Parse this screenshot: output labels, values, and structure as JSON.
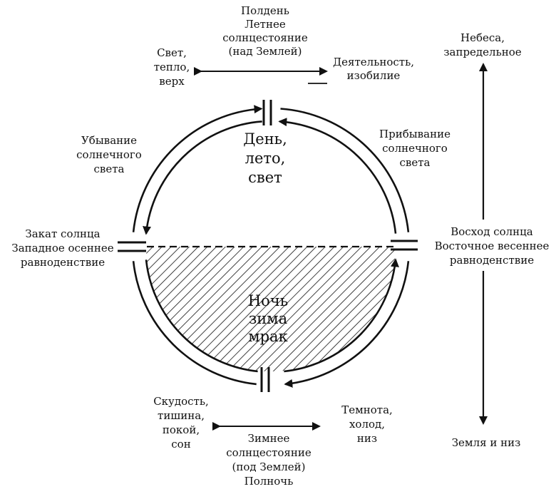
{
  "labels": {
    "noon": [
      "Полдень",
      "Летнее",
      "солнцестояние",
      "(над Землей)"
    ],
    "light": [
      "Свет,",
      "тепло,",
      "верх"
    ],
    "activity": [
      "Деятельность,",
      "изобилие"
    ],
    "heaven": [
      "Небеса,",
      "запредельное"
    ],
    "waning": [
      "Убывание",
      "солнечного",
      "света"
    ],
    "waxing": [
      "Прибывание",
      "солнечного",
      "света"
    ],
    "day": [
      "День,",
      "лето,",
      "свет"
    ],
    "sunset": [
      "Закат солнца",
      "Западное осеннее",
      "равноденствие"
    ],
    "sunrise": [
      "Восход солнца",
      "Восточное весеннее",
      "равноденствие"
    ],
    "night": [
      "Ночь",
      "зима",
      "мрак"
    ],
    "scarcity": [
      "Скудость,",
      "тишина,",
      "покой,",
      "сон"
    ],
    "darkness": [
      "Темнота,",
      "холод,",
      "низ"
    ],
    "midnight": [
      "Зимнее",
      "солнцестояние",
      "(под Землей)",
      "Полночь"
    ],
    "earth": [
      "Земля и низ"
    ]
  },
  "colors": {
    "ink": "#111111",
    "paper": "#ffffff"
  }
}
